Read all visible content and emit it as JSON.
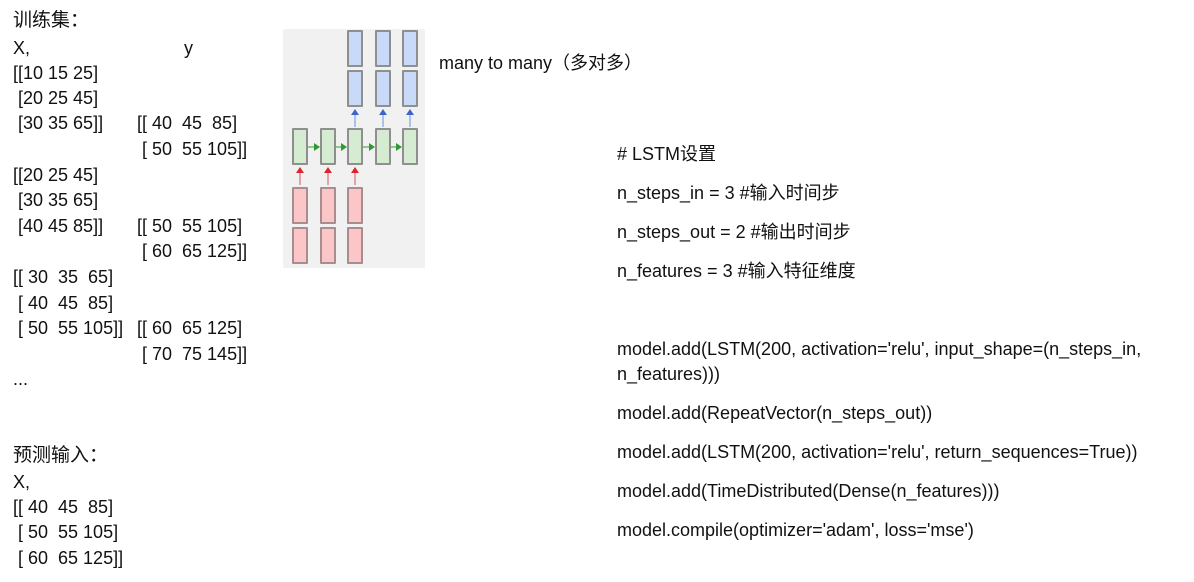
{
  "training_set": {
    "heading": "训练集：",
    "x_label": "X,",
    "y_label": "y",
    "samples": [
      {
        "x_lines": [
          "[[10 15 25]",
          " [20 25 45]",
          " [30 35 65]]"
        ],
        "y_lines": [
          "[[ 40  45  85]",
          " [ 50  55 105]]"
        ]
      },
      {
        "x_lines": [
          "[[20 25 45]",
          " [30 35 65]",
          " [40 45 85]]"
        ],
        "y_lines": [
          "[[ 50  55 105]",
          " [ 60  65 125]]"
        ]
      },
      {
        "x_lines": [
          "[[ 30  35  65]",
          " [ 40  45  85]",
          " [ 50  55 105]]"
        ],
        "y_lines": [
          "[[ 60  65 125]",
          " [ 70  75 145]]"
        ]
      }
    ],
    "ellipsis": "..."
  },
  "prediction_input": {
    "heading": "预测输入：",
    "x_label": "X,",
    "x_lines": [
      "[[ 40  45  85]",
      " [ 50  55 105]",
      " [ 60  65 125]]"
    ]
  },
  "diagram": {
    "caption": "many to many（多对多）",
    "colors": {
      "input": "#fbc6c8",
      "hidden": "#d5ecd2",
      "output": "#c9d9f8",
      "input_arrow": "#e0242c",
      "hidden_arrow": "#2f9a33",
      "output_arrow": "#3a66c9"
    },
    "input_steps": 3,
    "hidden_steps": 5,
    "output_steps": 3
  },
  "code": {
    "lines": [
      "# LSTM设置",
      "n_steps_in = 3 #输入时间步",
      "n_steps_out = 2 #输出时间步",
      "n_features = 3 #输入特征维度",
      "model.add(LSTM(200, activation='relu', input_shape=(n_steps_in,",
      "n_features)))",
      "model.add(RepeatVector(n_steps_out))",
      "model.add(LSTM(200, activation='relu', return_sequences=True))",
      "model.add(TimeDistributed(Dense(n_features)))",
      "model.compile(optimizer='adam', loss='mse')"
    ]
  }
}
